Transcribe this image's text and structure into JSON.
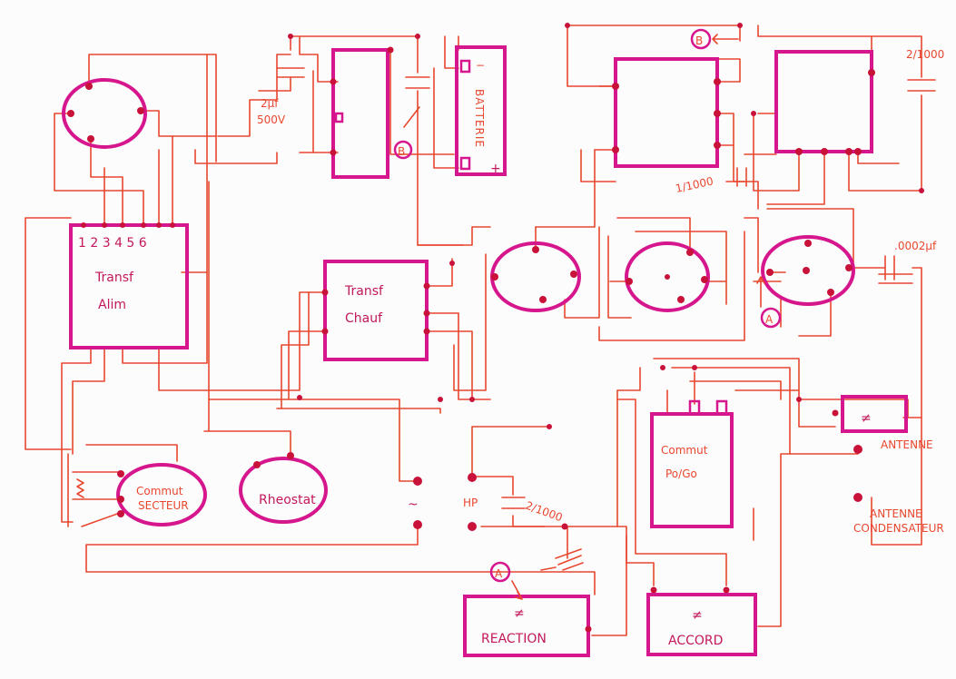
{
  "labels": {
    "transf_alim": "Transf\nAlim",
    "transf_alim_pins": "1 2 3  4 5 6",
    "transf_chauf": "Transf\nChauf",
    "batterie": "BATTERIE",
    "batt_minus": "−",
    "batt_plus": "+",
    "commut_secteur": "Commut\nSECTEUR",
    "rheostat": "Rheostat",
    "commut_po_go": "Commut\nPo/Go",
    "reaction": "REACTION",
    "accord": "ACCORD",
    "antenne": "ANTENNE",
    "antenne_condensateur": "ANTENNE\nCONDENSATEUR",
    "hp": "HP",
    "cap_2uf_500v": "2μf\n500V",
    "cap_2_1000_top": "2/1000",
    "cap_1_1000": "1/1000",
    "cap_0002uf": ".0002μf",
    "cap_2_1000_hp": "2/1000",
    "marker_b": "B",
    "marker_a": "A",
    "tilde": "~",
    "var_cap_symbol": "≠"
  },
  "colors": {
    "wire": "#e8472e",
    "component": "#d6168c",
    "terminal": "#c8123a"
  }
}
